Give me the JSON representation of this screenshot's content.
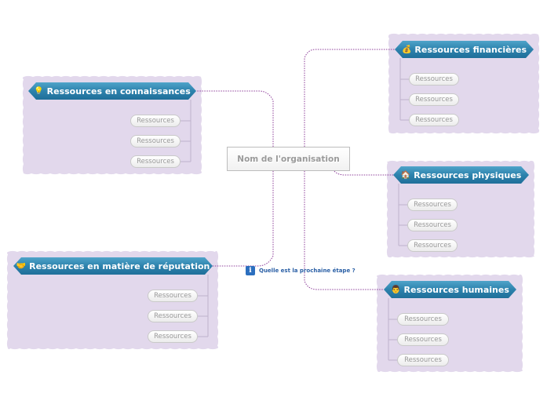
{
  "root": {
    "label": "Nom de l'organisation"
  },
  "note": {
    "icon": "info-icon",
    "text": "Quelle est la prochaine étape ?"
  },
  "branches": [
    {
      "id": "financieres",
      "label": "Ressources financières",
      "emoji": "💰",
      "icon": "money-bag-icon",
      "items": [
        "Ressources",
        "Ressources",
        "Ressources"
      ]
    },
    {
      "id": "connaissances",
      "label": "Ressources en connaissances",
      "emoji": "💡",
      "icon": "lightbulb-icon",
      "items": [
        "Ressources",
        "Ressources",
        "Ressources"
      ]
    },
    {
      "id": "physiques",
      "label": "Ressources physiques",
      "emoji": "🏠",
      "icon": "house-icon",
      "items": [
        "Ressources",
        "Ressources",
        "Ressources"
      ]
    },
    {
      "id": "reputation",
      "label": "Ressources en matière de réputation",
      "emoji": "🤝",
      "icon": "handshake-icon",
      "items": [
        "Ressources",
        "Ressources",
        "Ressources"
      ]
    },
    {
      "id": "humaines",
      "label": "Ressources humaines",
      "emoji": "👨",
      "icon": "person-icon",
      "items": [
        "Ressources",
        "Ressources",
        "Ressources"
      ]
    }
  ],
  "colors": {
    "panel": "#e2d8ec",
    "connector": "#8e3f9a",
    "branch": "#2d82ad",
    "note_text": "#2a5fa5"
  }
}
